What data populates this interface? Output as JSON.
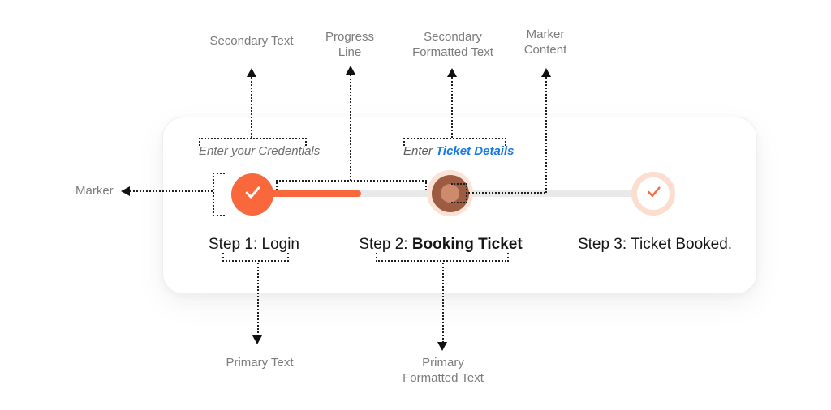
{
  "callouts": {
    "secondary_text": {
      "label": "Secondary Text"
    },
    "progress_line": {
      "line1": "Progress",
      "line2": "Line"
    },
    "secondary_formatted_text": {
      "line1": "Secondary",
      "line2": "Formatted Text"
    },
    "marker_content": {
      "line1": "Marker",
      "line2": "Content"
    },
    "marker": {
      "label": "Marker"
    },
    "primary_text": {
      "label": "Primary Text"
    },
    "primary_formatted_text": {
      "line1": "Primary",
      "line2": "Formatted Text"
    }
  },
  "stepper": {
    "steps": [
      {
        "state": "completed",
        "secondary_text": "Enter your Credentials",
        "primary_text": "Step 1: Login",
        "marker_icon": "check-icon"
      },
      {
        "state": "current",
        "secondary_text_prefix": "Enter ",
        "secondary_text_link": "Ticket Details",
        "primary_text_prefix": "Step 2: ",
        "primary_text_bold": "Booking Ticket",
        "marker_icon": "dot-content"
      },
      {
        "state": "pending",
        "primary_text": "Step 3: Ticket Booked.",
        "marker_icon": "check-icon"
      }
    ]
  },
  "colors": {
    "accent_orange": "#F9683C",
    "track_gray": "#EAE9E9",
    "current_halo": "#FBE2D7",
    "current_main": "#9D5B41",
    "current_inner": "#CD8A6D",
    "pending_ring": "#FCDED0",
    "link_blue": "#1879E2",
    "annotation_gray": "#7B7B7B"
  }
}
